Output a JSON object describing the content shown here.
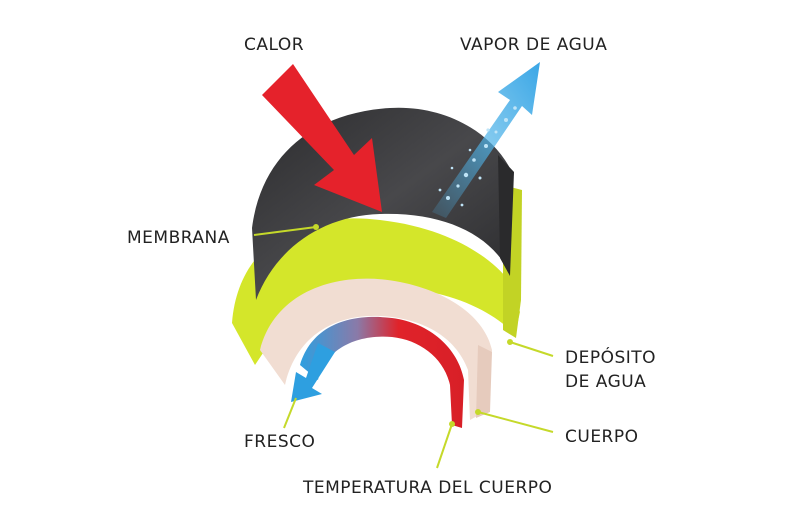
{
  "labels": {
    "heat": "CALOR",
    "vapor": "VAPOR DE AGUA",
    "membrane": "MEMBRANA",
    "reservoir_line1": "DEPÓSITO",
    "reservoir_line2": "DE AGUA",
    "cool": "FRESCO",
    "body": "CUERPO",
    "body_temperature": "TEMPERATURA DEL CUERPO"
  },
  "colors": {
    "heat_arrow": "#e5222b",
    "vapor": "#4fb3e8",
    "membrane": "#3b3b3d",
    "reservoir": "#d4e62a",
    "body_layer": "#f1ddd2",
    "temperature_hot": "#e0232a",
    "temperature_cool": "#2e9fe0",
    "leader_line": "#c5d92a"
  }
}
